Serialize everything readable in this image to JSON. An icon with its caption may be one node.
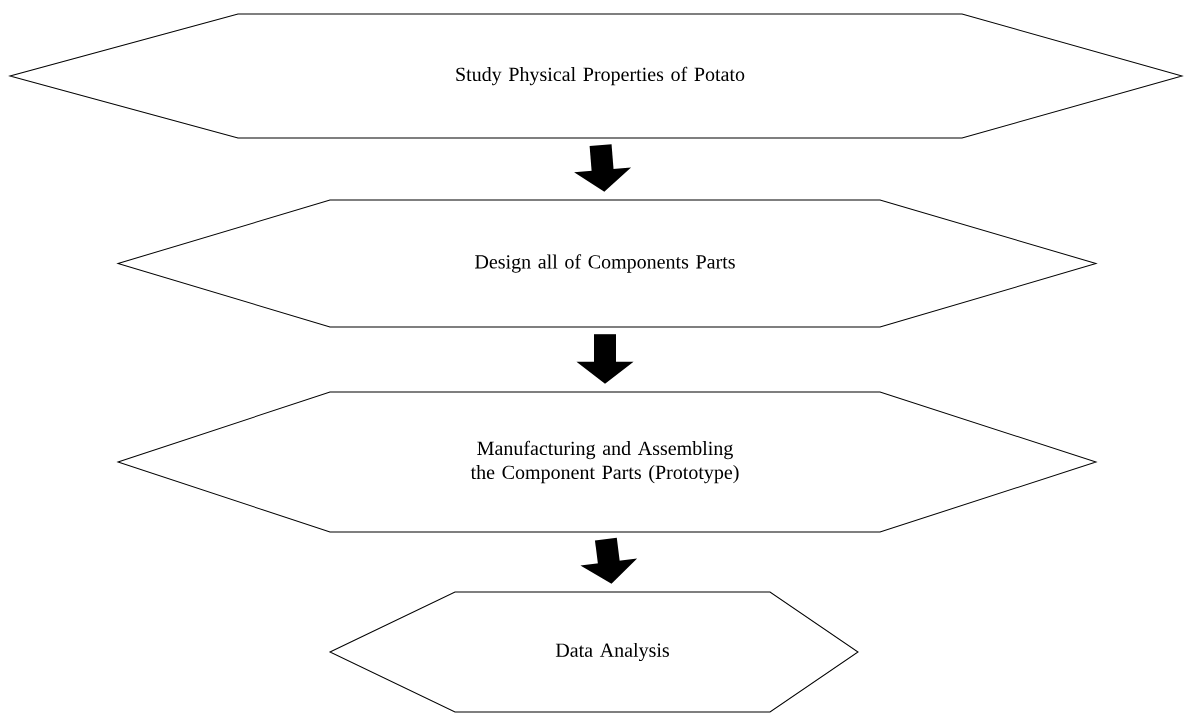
{
  "diagram": {
    "nodes": [
      {
        "text": [
          "Study Physical Properties of Potato"
        ]
      },
      {
        "text": [
          "Design all of Components Parts"
        ]
      },
      {
        "text": [
          "Manufacturing and Assembling the Component Parts (Prototype)"
        ]
      },
      {
        "text": [
          "Data Analysis"
        ]
      }
    ],
    "edges": [
      {
        "from": 0,
        "to": 1,
        "arrow": "to"
      },
      {
        "from": 1,
        "to": 2,
        "arrow": "to"
      },
      {
        "from": 2,
        "to": 3,
        "arrow": "to"
      }
    ]
  }
}
